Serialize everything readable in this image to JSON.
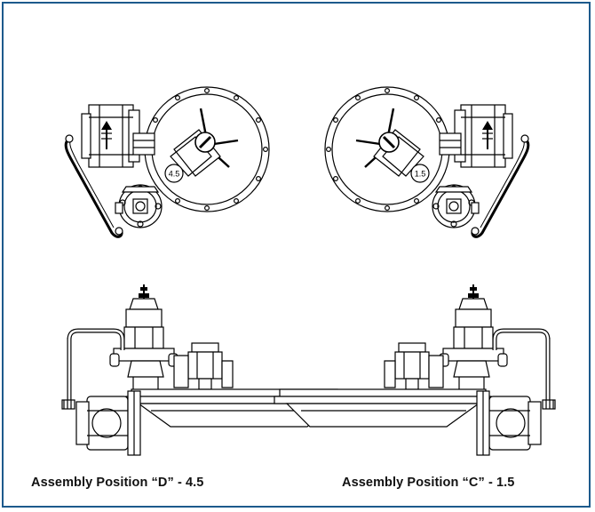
{
  "figure": {
    "border_color": "#1d5a8c",
    "line_color": "#000000"
  },
  "assemblies": [
    {
      "caption": "Assembly Position “D” - 4.5",
      "position_tag": "4.5"
    },
    {
      "caption": "Assembly Position “C” - 1.5",
      "position_tag": "1.5"
    }
  ]
}
